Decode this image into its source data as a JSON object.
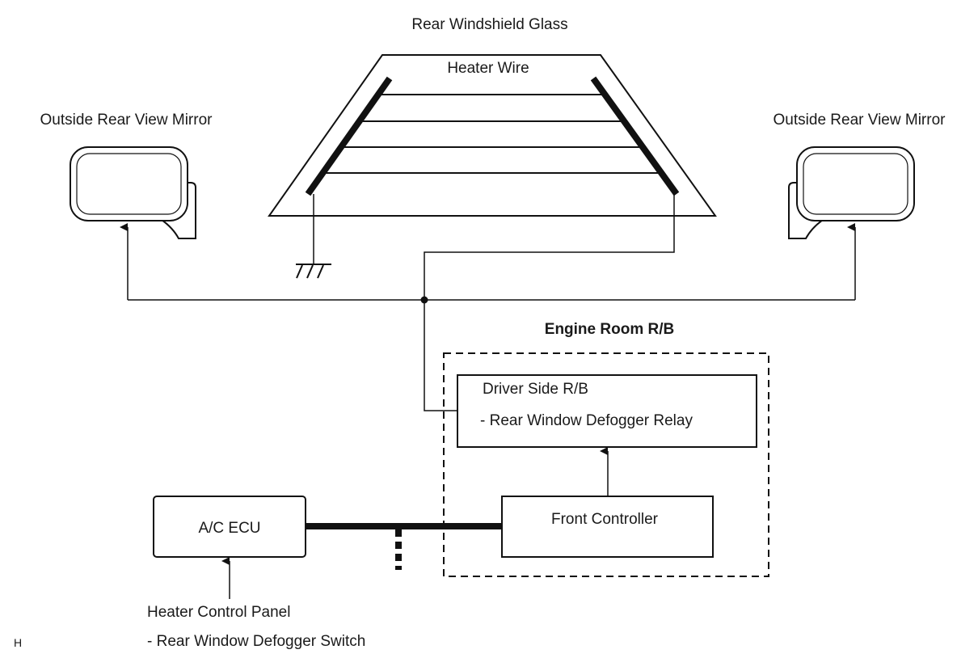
{
  "diagram": {
    "glass_label": "Rear Windshield Glass",
    "heater_wire_label": "Heater Wire",
    "mirror_left_label": "Outside Rear View Mirror",
    "mirror_right_label": "Outside Rear View Mirror",
    "engine_room_label": "Engine Room R/B",
    "driver_rb_title": "Driver Side R/B",
    "driver_rb_sub": "- Rear Window Defogger Relay",
    "front_controller_label": "Front Controller",
    "ac_ecu_label": "A/C ECU",
    "panel_title": "Heater Control Panel",
    "panel_sub": "- Rear Window Defogger Switch",
    "corner_mark": "H"
  }
}
